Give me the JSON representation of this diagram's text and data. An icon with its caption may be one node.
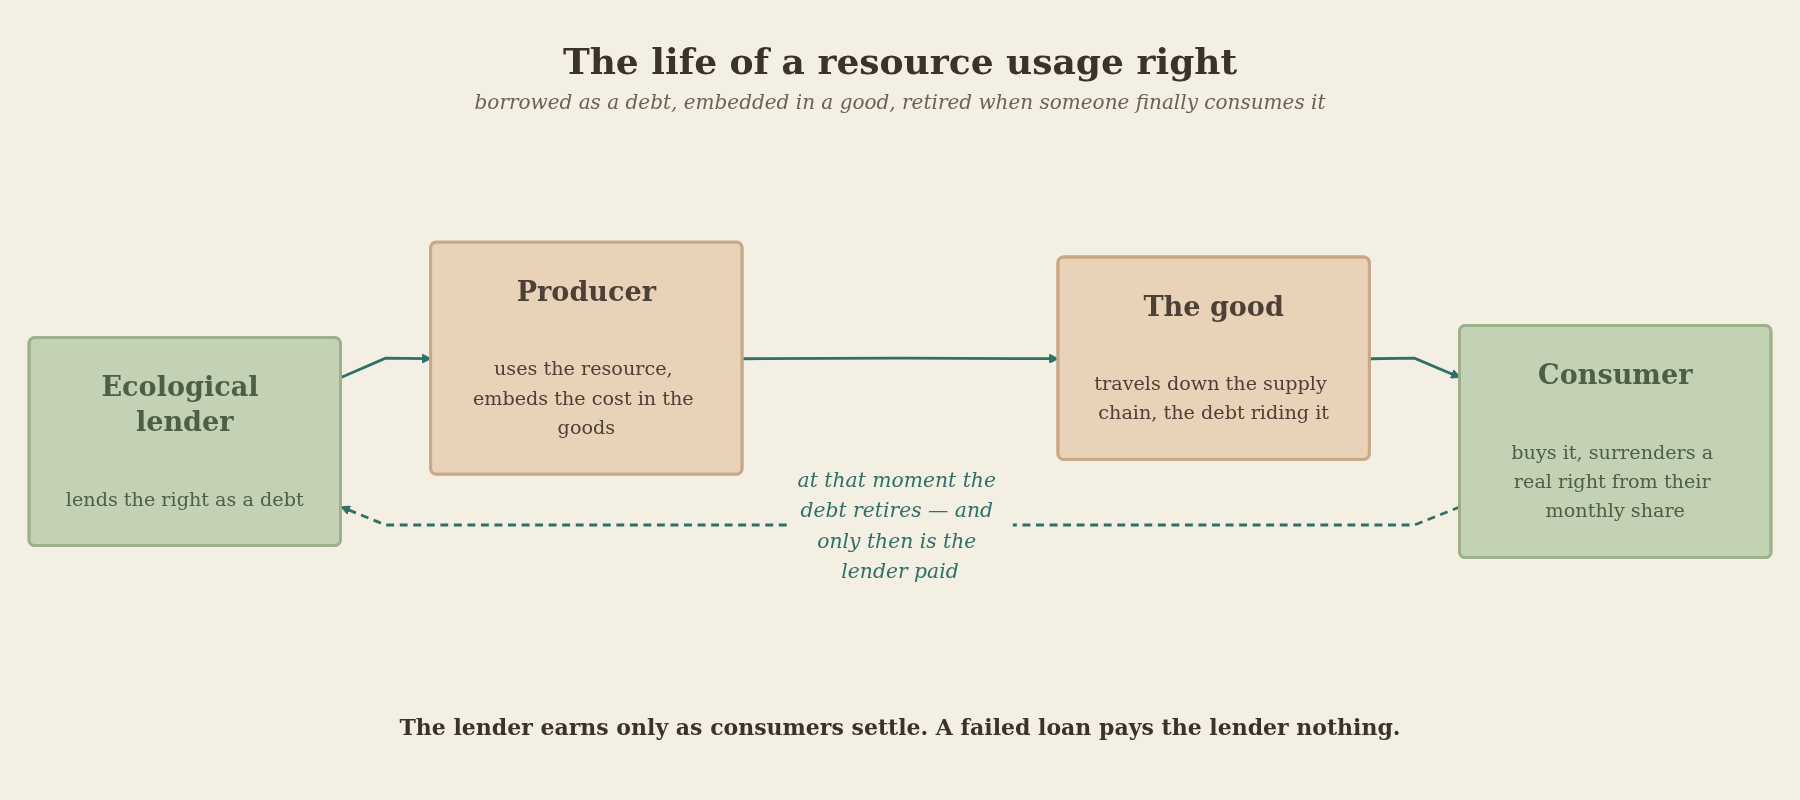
{
  "diagram": {
    "title": "The life of a resource usage right",
    "labels": [
      "borrowed as a debt, embedded in a good, retired when someone finally consumes it"
    ],
    "nodes": [
      {
        "text": [
          "Ecological lender",
          "lends the right as a debt"
        ]
      },
      {
        "text": [
          "Producer",
          "uses the resource, embeds the cost in the goods"
        ]
      },
      {
        "text": [
          "The good",
          "travels down the supply chain, the debt riding it"
        ]
      },
      {
        "text": [
          "Consumer",
          "buys it, surrenders a real right from their monthly share"
        ]
      }
    ],
    "edges": [
      {
        "from": 0,
        "to": 1,
        "arrow": "to"
      },
      {
        "from": 1,
        "to": 2,
        "arrow": "to"
      },
      {
        "from": 2,
        "to": 3,
        "arrow": "to"
      },
      {
        "from": 3,
        "to": 0,
        "arrow": "to",
        "style": "dashed",
        "label": "at that moment the debt retires — and only then is the lender paid"
      }
    ],
    "caption": "The lender earns only as consumers settle. A failed loan pays the lender nothing."
  }
}
